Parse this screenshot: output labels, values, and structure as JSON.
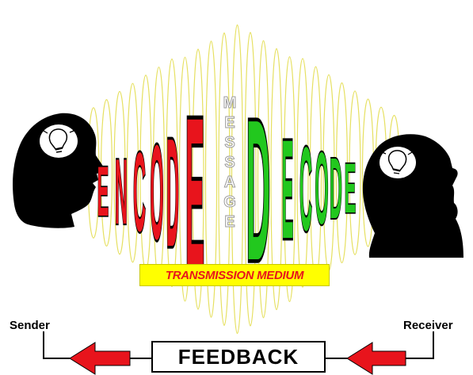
{
  "labels": {
    "encode": "ENCODE",
    "decode": "DECODE",
    "message": "MESSAGE",
    "transmission_medium": "TRANSMISSION MEDIUM",
    "sender": "Sender",
    "receiver": "Receiver",
    "feedback": "FEEDBACK"
  },
  "colors": {
    "encode": "#e8141c",
    "decode": "#22c81e",
    "message": "#ffffff",
    "waves": "#e6e060",
    "medium_bg": "#ffff00",
    "medium_text": "#e8141c",
    "arrow": "#e8141c",
    "head": "#000000"
  },
  "icons": {
    "sender_head": "head-silhouette-icon",
    "receiver_head": "head-silhouette-icon",
    "idea": "lightbulb-icon",
    "feedback_arrow": "arrow-left-icon"
  }
}
